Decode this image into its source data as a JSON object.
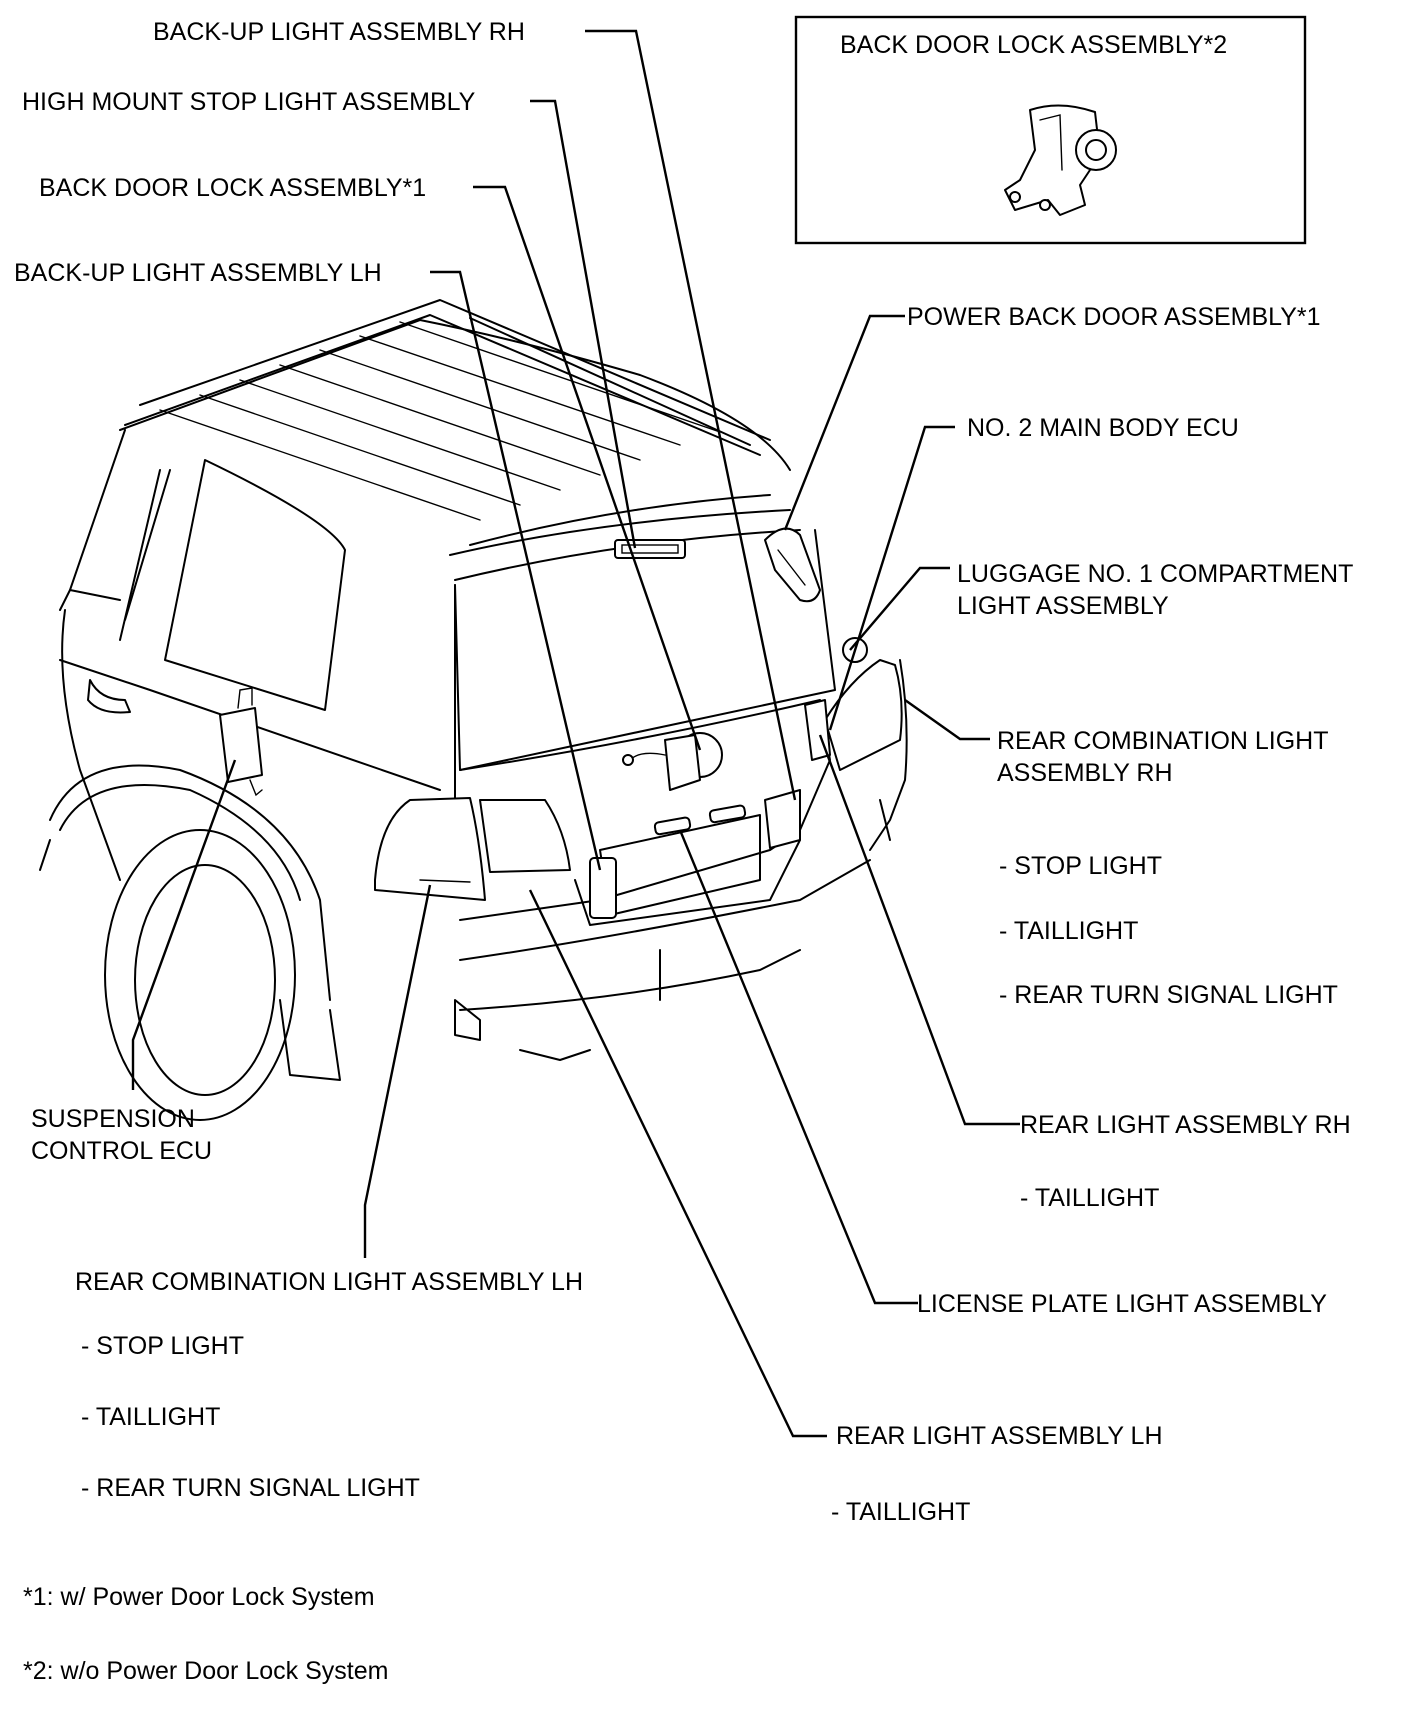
{
  "diagram": {
    "labels": {
      "backup_rh": "BACK-UP LIGHT ASSEMBLY RH",
      "high_mount": "HIGH MOUNT STOP LIGHT ASSEMBLY",
      "back_door_lock_1": "BACK DOOR LOCK ASSEMBLY*1",
      "backup_lh": "BACK-UP LIGHT ASSEMBLY LH",
      "inset_title": "BACK DOOR LOCK ASSEMBLY*2",
      "power_back_door": "POWER BACK DOOR ASSEMBLY*1",
      "main_body_ecu": "NO. 2 MAIN BODY ECU",
      "luggage_line1": "LUGGAGE NO. 1 COMPARTMENT",
      "luggage_line2": "LIGHT ASSEMBLY",
      "rcl_rh_line1": "REAR COMBINATION LIGHT",
      "rcl_rh_line2": "ASSEMBLY RH",
      "rcl_rh_stop": "- STOP LIGHT",
      "rcl_rh_tail": "- TAILLIGHT",
      "rcl_rh_turn": "- REAR TURN SIGNAL LIGHT",
      "suspension_line1": "SUSPENSION",
      "suspension_line2": "CONTROL ECU",
      "rear_light_rh": "REAR LIGHT ASSEMBLY RH",
      "rear_light_rh_tail": "- TAILLIGHT",
      "rcl_lh": "REAR COMBINATION LIGHT ASSEMBLY LH",
      "rcl_lh_stop": "- STOP LIGHT",
      "rcl_lh_tail": "- TAILLIGHT",
      "rcl_lh_turn": "- REAR TURN SIGNAL LIGHT",
      "license_plate": "LICENSE PLATE LIGHT ASSEMBLY",
      "rear_light_lh": "REAR LIGHT ASSEMBLY LH",
      "rear_light_lh_tail": "- TAILLIGHT",
      "footnote_1": "*1: w/ Power Door Lock System",
      "footnote_2": "*2: w/o Power Door Lock System"
    }
  }
}
